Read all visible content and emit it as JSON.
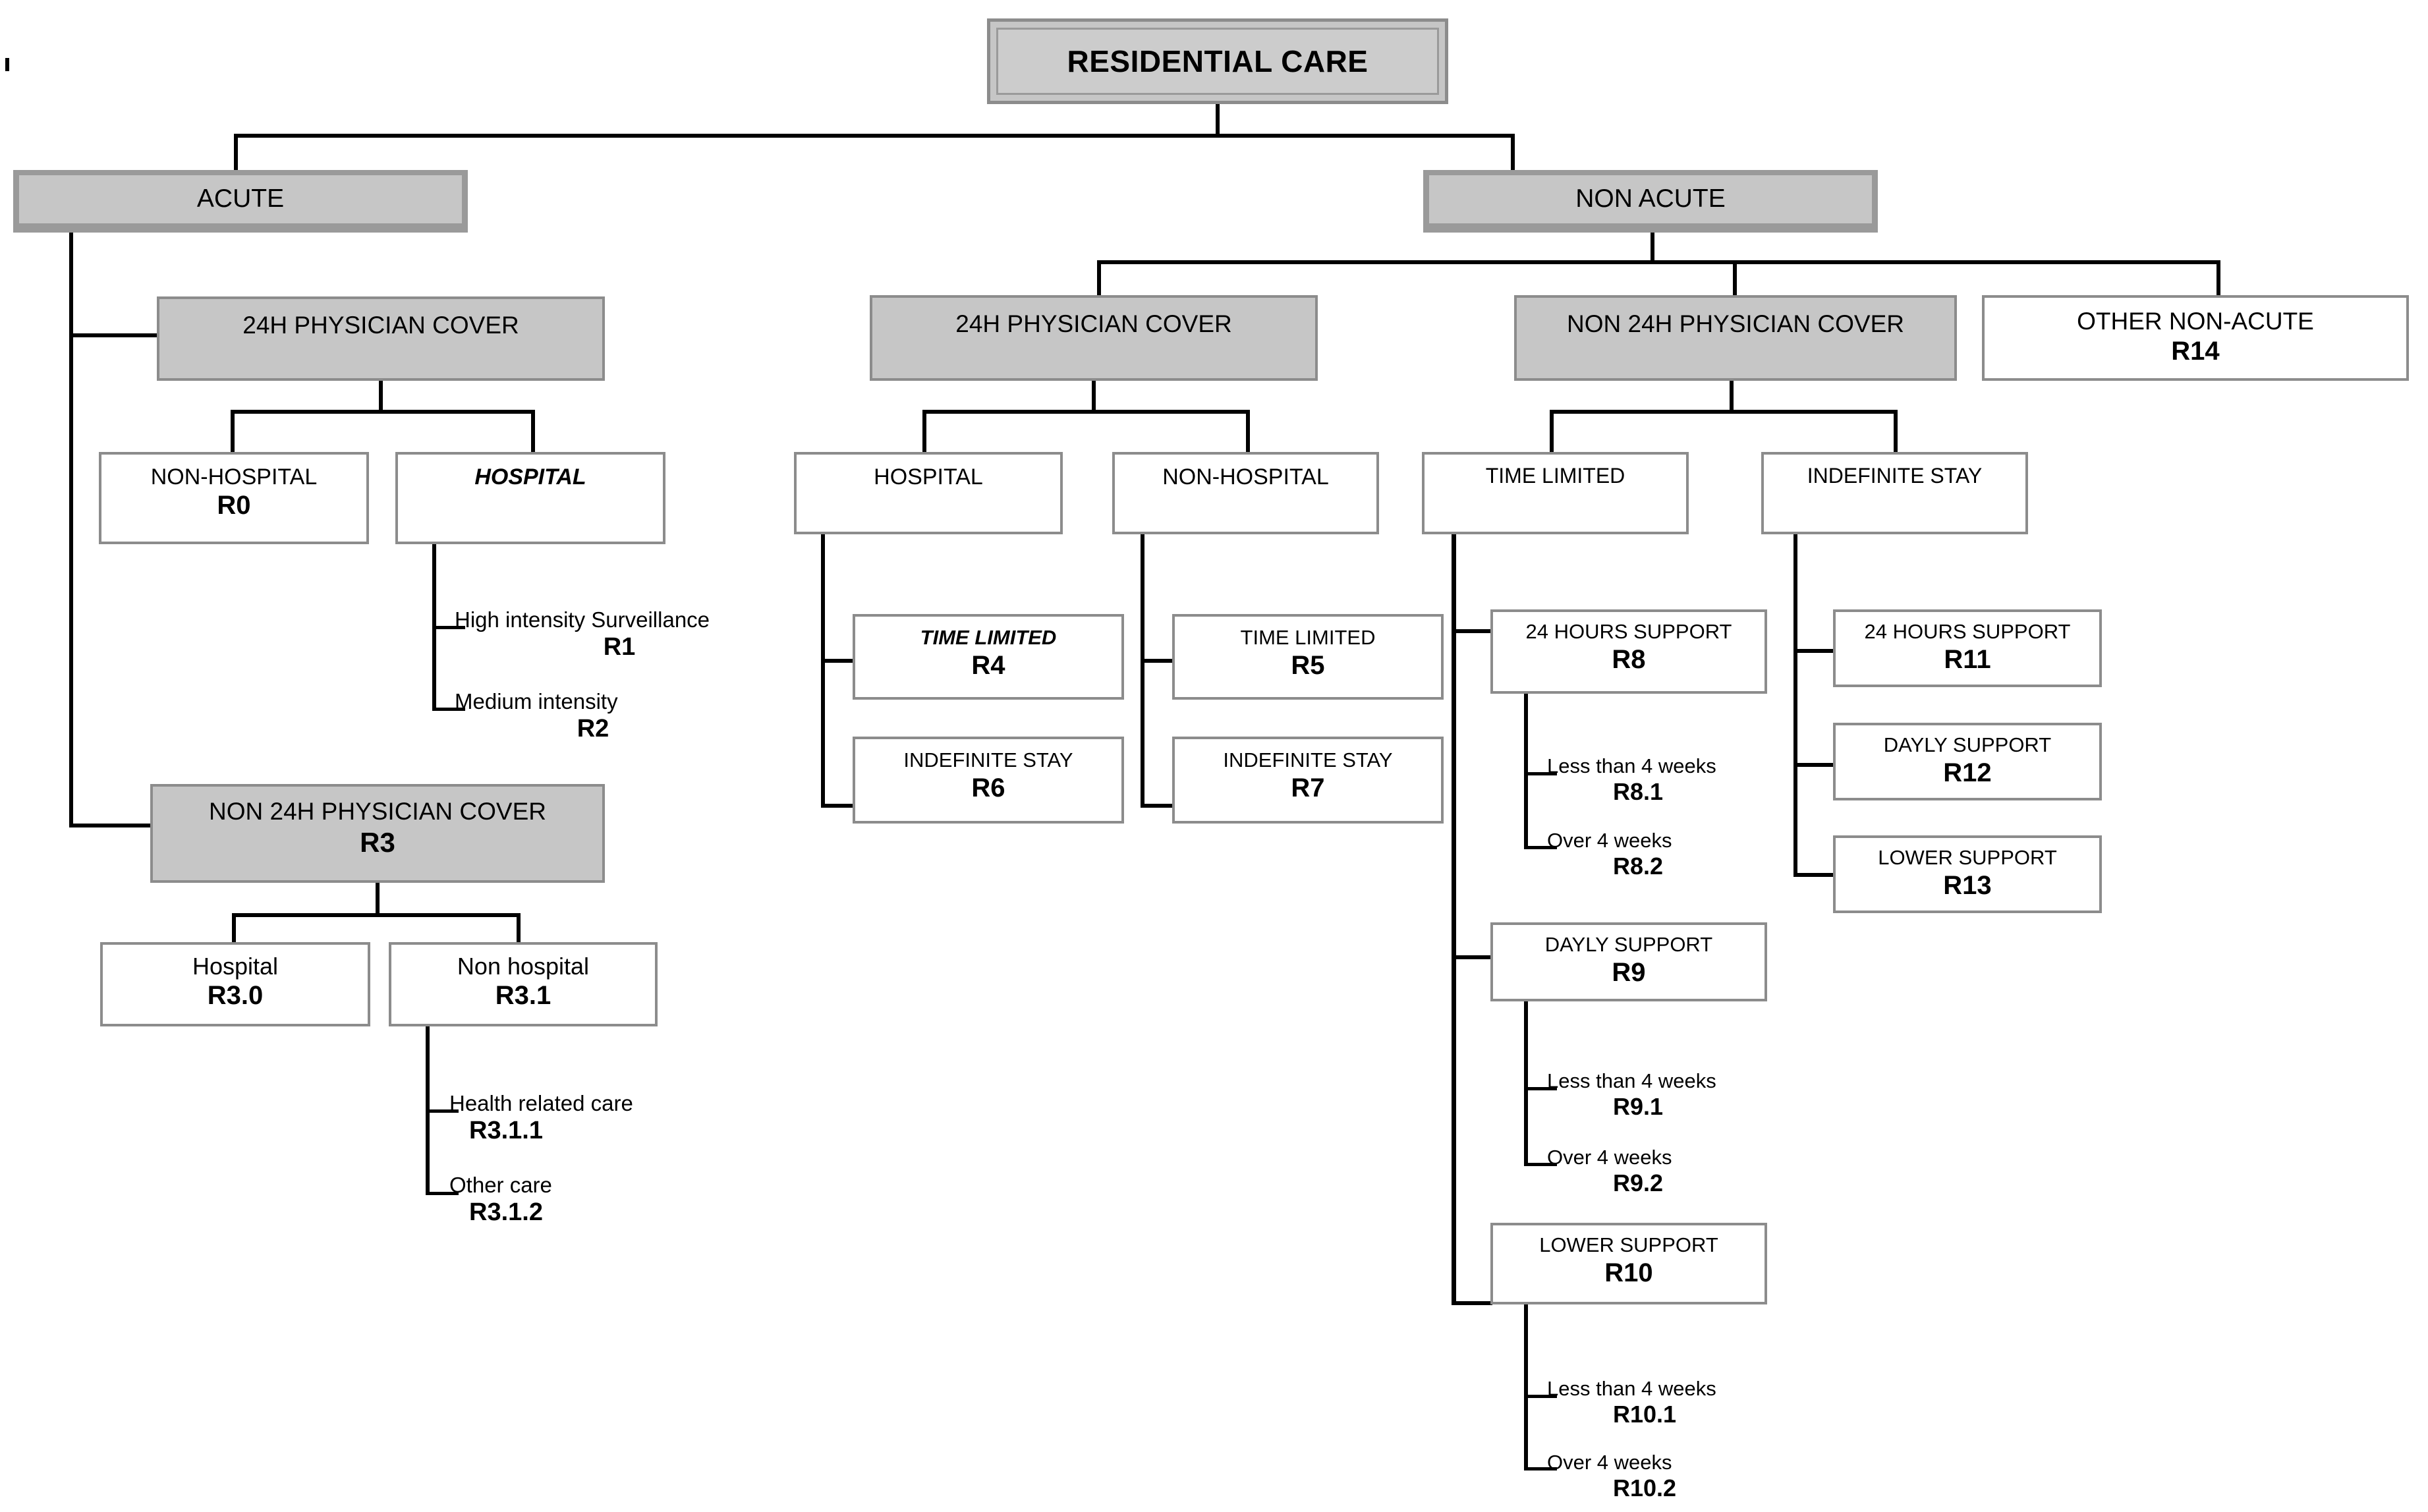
{
  "diagram": {
    "title": "RESIDENTIAL CARE",
    "colors": {
      "box_fill_plain": "#ffffff",
      "box_fill_gray": "#c6c6c6",
      "border_gray": "#8c8c8c",
      "band_gray": "#9a9a9a",
      "connector": "#000000",
      "text": "#000000"
    }
  },
  "root": {
    "label": "RESIDENTIAL CARE"
  },
  "level2": {
    "acute": {
      "label": "ACUTE"
    },
    "non_acute": {
      "label": "NON ACUTE"
    }
  },
  "acute_branch": {
    "cover_24h": {
      "label": "24H PHYSICIAN COVER"
    },
    "non_hospital": {
      "label": "NON-HOSPITAL",
      "code": "R0"
    },
    "hospital": {
      "label": "HOSPITAL"
    },
    "hospital_leaves": [
      {
        "label": "High intensity Surveillance",
        "code": "R1"
      },
      {
        "label": "Medium intensity",
        "code": "R2"
      }
    ],
    "non_24h_cover": {
      "label": "NON 24H PHYSICIAN COVER",
      "code": "R3"
    },
    "r3_children": [
      {
        "label": "Hospital",
        "code": "R3.0"
      },
      {
        "label": "Non hospital",
        "code": "R3.1"
      }
    ],
    "r31_leaves": [
      {
        "label": "Health related care",
        "code": "R3.1.1"
      },
      {
        "label": "Other care",
        "code": "R3.1.2"
      }
    ]
  },
  "non_acute_branch": {
    "cover_24h": {
      "label": "24H PHYSICIAN COVER"
    },
    "non_24h_cover": {
      "label": "NON 24H PHYSICIAN COVER"
    },
    "other_non_acute": {
      "label": "OTHER NON-ACUTE",
      "code": "R14"
    },
    "cover24_children": [
      {
        "label": "HOSPITAL"
      },
      {
        "label": "NON-HOSPITAL"
      }
    ],
    "hospital_children": [
      {
        "label": "TIME LIMITED",
        "code": "R4"
      },
      {
        "label": "INDEFINITE STAY",
        "code": "R6"
      }
    ],
    "non_hospital_children": [
      {
        "label": "TIME LIMITED",
        "code": "R5"
      },
      {
        "label": "INDEFINITE STAY",
        "code": "R7"
      }
    ],
    "non24_children": [
      {
        "label": "TIME LIMITED"
      },
      {
        "label": "INDEFINITE STAY"
      }
    ],
    "time_limited_children": [
      {
        "label": "24 HOURS SUPPORT",
        "code": "R8"
      },
      {
        "label": "DAYLY SUPPORT",
        "code": "R9"
      },
      {
        "label": "LOWER SUPPORT",
        "code": "R10"
      }
    ],
    "r8_leaves": [
      {
        "label": "Less than 4 weeks",
        "code": "R8.1"
      },
      {
        "label": "Over 4 weeks",
        "code": "R8.2"
      }
    ],
    "r9_leaves": [
      {
        "label": "Less than 4 weeks",
        "code": "R9.1"
      },
      {
        "label": "Over 4 weeks",
        "code": "R9.2"
      }
    ],
    "r10_leaves": [
      {
        "label": "Less than 4 weeks",
        "code": "R10.1"
      },
      {
        "label": "Over 4 weeks",
        "code": "R10.2"
      }
    ],
    "indefinite_stay_children": [
      {
        "label": "24 HOURS SUPPORT",
        "code": "R11"
      },
      {
        "label": "DAYLY SUPPORT",
        "code": "R12"
      },
      {
        "label": "LOWER SUPPORT",
        "code": "R13"
      }
    ]
  }
}
